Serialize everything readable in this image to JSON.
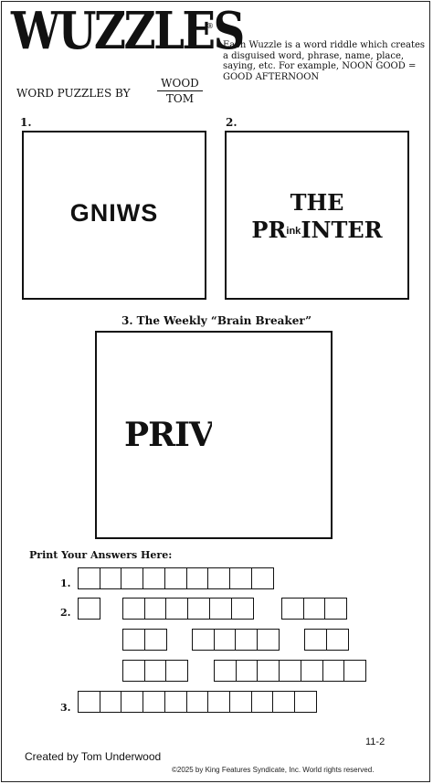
{
  "header": {
    "logo": "WUZZLES",
    "registered_mark": "®",
    "byline": "WORD PUZZLES BY",
    "fraction_top": "WOOD",
    "fraction_bottom": "TOM",
    "intro": "Each Wuzzle is a word riddle which creates a disguised word, phrase, name, place, saying, etc. For example, NOON GOOD = GOOD AFTERNOON"
  },
  "puzzles": [
    {
      "number": "1.",
      "text": "GNIWS"
    },
    {
      "number": "2.",
      "line1": "THE",
      "line2_left": "PR",
      "line2_small": "ink",
      "line2_right": "INTER"
    },
    {
      "number": "3.",
      "title": "3. The Weekly “Brain Breaker”",
      "text": "PRIV"
    }
  ],
  "answers": {
    "title": "Print Your Answers Here:",
    "labels": [
      "1.",
      "2.",
      "3."
    ],
    "groups": {
      "a1": 9,
      "a2_row1": [
        1,
        6,
        3
      ],
      "a2_row2": [
        2,
        4,
        2
      ],
      "a2_row3": [
        3,
        7
      ],
      "a3": 11
    }
  },
  "footer": {
    "issue": "11-2",
    "credit": "Created by Tom Underwood",
    "copyright": "©2025 by King Features Syndicate, Inc. World rights reserved."
  }
}
